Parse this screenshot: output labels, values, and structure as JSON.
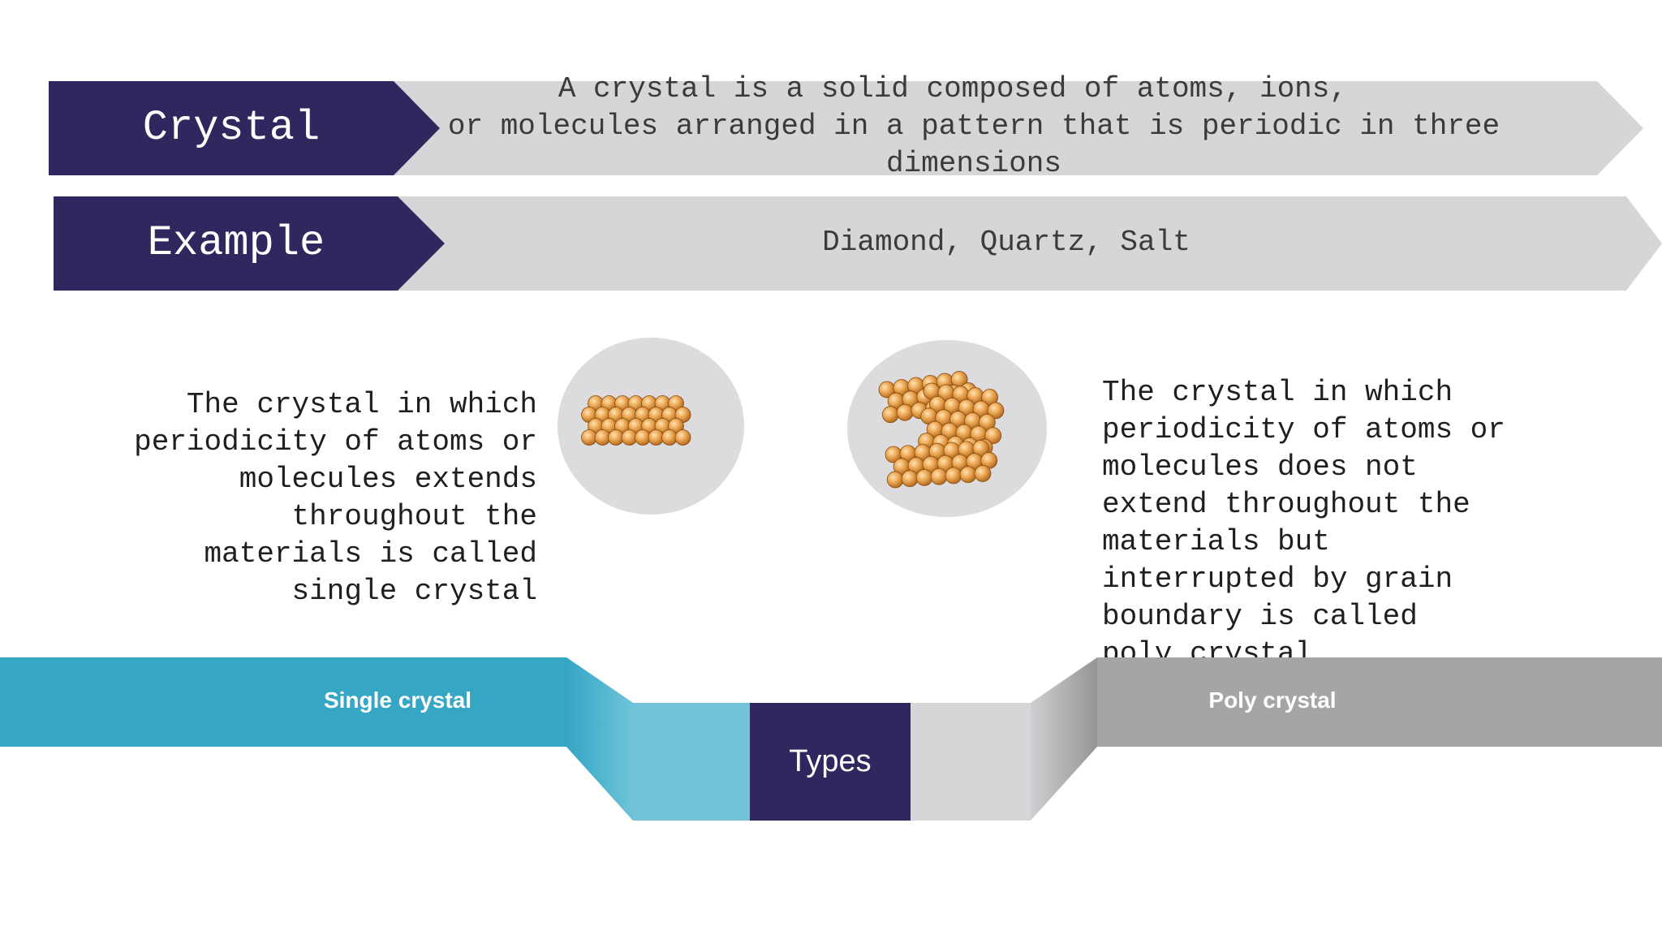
{
  "definition_row": {
    "term": "Crystal",
    "definition_lines": [
      "A crystal is a solid composed of atoms, ions,",
      "or molecules arranged in a pattern that is periodic in three",
      "dimensions"
    ]
  },
  "example_row": {
    "term": "Example",
    "text": "Diamond, Quartz, Salt"
  },
  "single_crystal": {
    "description": "The crystal in which\nperiodicity of atoms or\nmolecules extends\nthroughout the\nmaterials is called\nsingle crystal",
    "band_label": "Single crystal"
  },
  "poly_crystal": {
    "description": "The crystal in which\nperiodicity of atoms or\nmolecules does not\nextend throughout the\nmaterials but\ninterrupted by grain\nboundary  is called\npoly crystal",
    "band_label": "Poly crystal"
  },
  "center_label": "Types",
  "colors": {
    "navy": "#2e285e",
    "banner_gray": "#d6d6d8",
    "teal": "#35a6c4",
    "teal_light": "#72c3d8",
    "gray_band": "#a5a5a7",
    "atom_orange": "#e8a04a",
    "disc_gray": "#dcdcdf"
  },
  "icons": {
    "single_crystal_image": "ordered-atoms-lattice",
    "poly_crystal_image": "grain-boundary-atoms"
  }
}
